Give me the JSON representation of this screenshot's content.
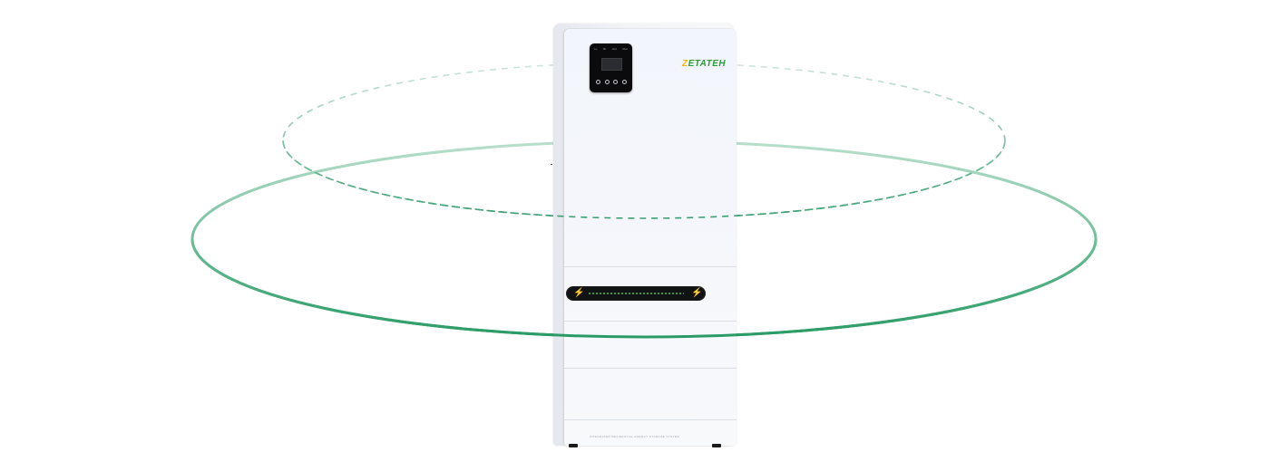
{
  "product": {
    "brand_prefix": "Z",
    "brand_rest": "ETATEH",
    "panel_labels": [
      "Lo",
      "Bt",
      "Grd",
      "Run"
    ],
    "footer_text": "INTEGRATED RESIDENTIAL ENERGY STORAGE SYSTEM",
    "bolt_glyph": "⚡"
  },
  "colors": {
    "ring_solid": "#2e9e6a",
    "ring_dashed": "#3a9f72",
    "led_green": "#43c84b",
    "logo_green": "#2f9a3a",
    "logo_yellow": "#f2b705"
  }
}
